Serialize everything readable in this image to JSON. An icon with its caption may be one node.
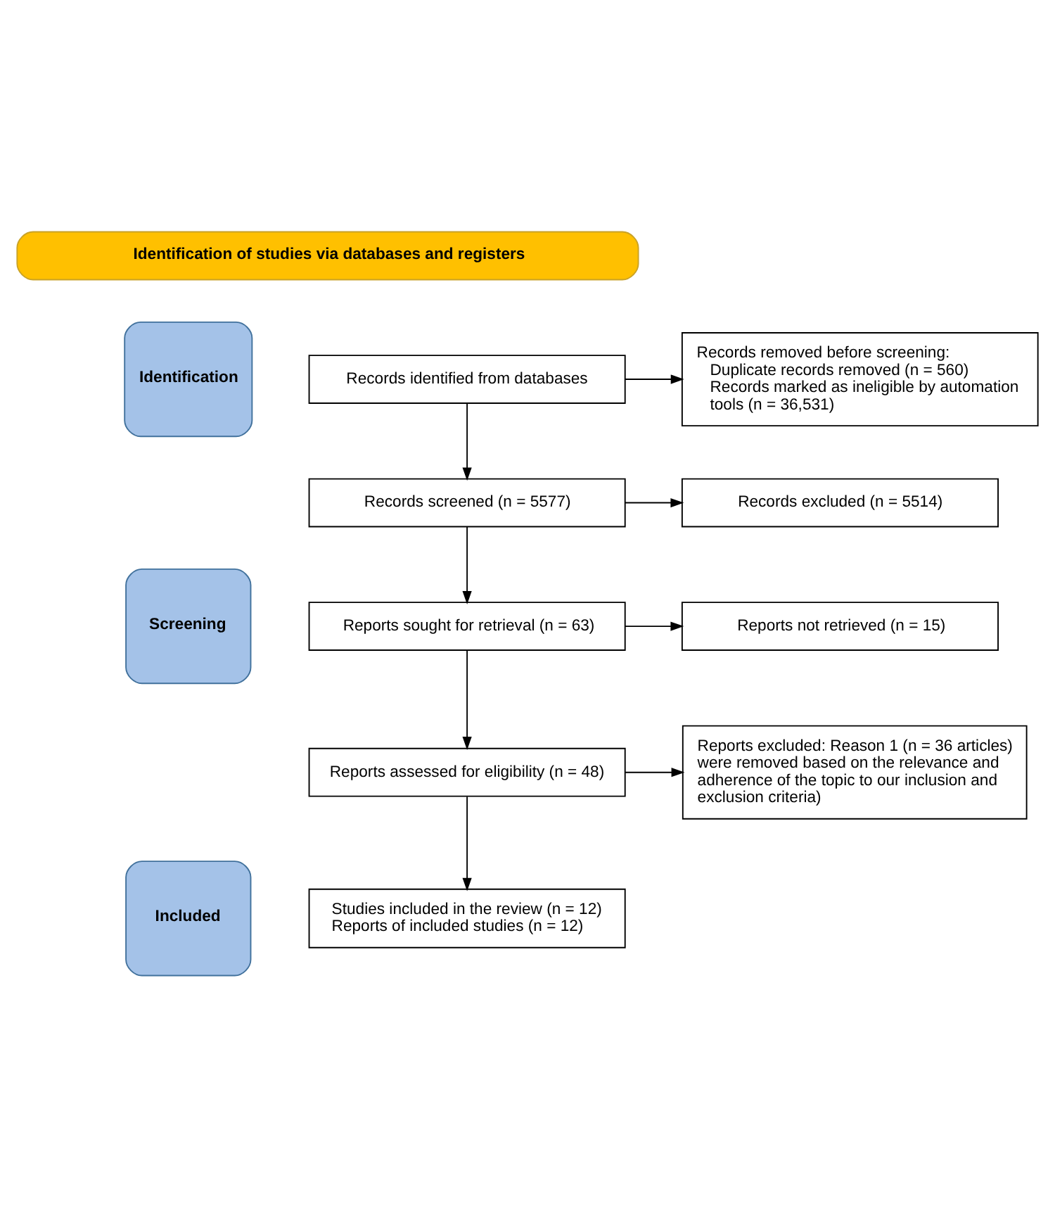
{
  "diagram": {
    "nodes": [
      {
        "text": [
          "Identification of studies via databases and registers"
        ]
      },
      {
        "text": [
          "Identification"
        ]
      },
      {
        "text": [
          "Records identified from databases"
        ]
      },
      {
        "text": [
          "Records removed before screening:",
          "Duplicate records removed (n = 560)",
          "Records marked as ineligible by automation tools (n = 36,531)"
        ]
      },
      {
        "text": [
          "Screening"
        ]
      },
      {
        "text": [
          "Records screened (n = 5577)"
        ]
      },
      {
        "text": [
          "Records excluded (n = 5514)"
        ]
      },
      {
        "text": [
          "Reports sought for retrieval (n = 63)"
        ]
      },
      {
        "text": [
          "Reports not retrieved (n = 15)"
        ]
      },
      {
        "text": [
          "Reports assessed for eligibility (n = 48)"
        ]
      },
      {
        "text": [
          "Reports excluded: Reason 1 (n = 36 articles) were removed based on the relevance and adherence of the topic to our inclusion and exclusion criteria)"
        ]
      },
      {
        "text": [
          "Included"
        ]
      },
      {
        "text": [
          "Studies included in the review (n = 12)",
          "Reports of included studies (n = 12)"
        ]
      }
    ],
    "edges": [
      {
        "from": 2,
        "to": 3,
        "arrow": "to"
      },
      {
        "from": 2,
        "to": 5,
        "arrow": "to"
      },
      {
        "from": 5,
        "to": 6,
        "arrow": "to"
      },
      {
        "from": 5,
        "to": 7,
        "arrow": "to"
      },
      {
        "from": 7,
        "to": 8,
        "arrow": "to"
      },
      {
        "from": 7,
        "to": 9,
        "arrow": "to"
      },
      {
        "from": 9,
        "to": 10,
        "arrow": "to"
      },
      {
        "from": 9,
        "to": 12,
        "arrow": "to"
      }
    ]
  }
}
